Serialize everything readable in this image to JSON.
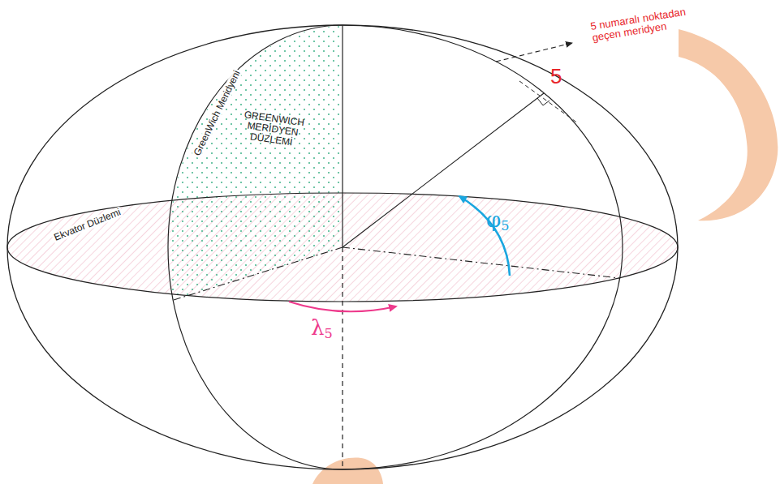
{
  "diagram": {
    "labels": [
      "5 numaralı noktadan geçen meridyen",
      "5",
      "GREENWICH MERİDYEN DÜZLEMİ",
      "GreenWich Meridyeni",
      "Ekvator Düzlemi",
      "φ5",
      "λ5"
    ]
  }
}
